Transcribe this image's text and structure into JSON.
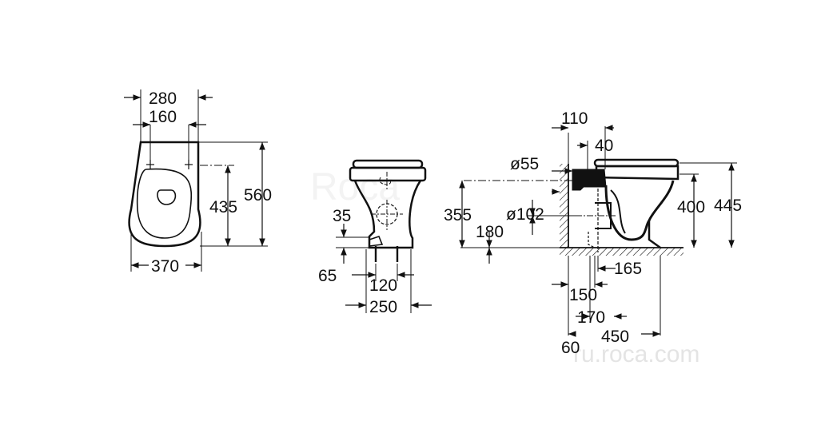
{
  "watermark": {
    "brand": "Roca",
    "site": "ru.roca.com"
  },
  "front_view": {
    "width_top": "280",
    "bolt_spacing": "160",
    "bolt_distance": "435",
    "length": "560",
    "width": "370"
  },
  "side_view": {
    "bottom_height": "35",
    "floor_offset": "65",
    "fixing_spacing": "120",
    "base_depth": "250"
  },
  "section_view": {
    "inlet_top": "110",
    "inlet_offset": "40",
    "inlet_diameter": "ø55",
    "inlet_height": "355",
    "outlet_diameter": "ø102",
    "outlet_height": "180",
    "rim_height": "400",
    "seat_height": "445",
    "outlet_center": "165",
    "dim_150": "150",
    "dim_170": "170",
    "overall_depth": "450",
    "wall_gap": "60"
  },
  "colors": {
    "line": "#111111",
    "watermark": "#e4e4e4"
  }
}
